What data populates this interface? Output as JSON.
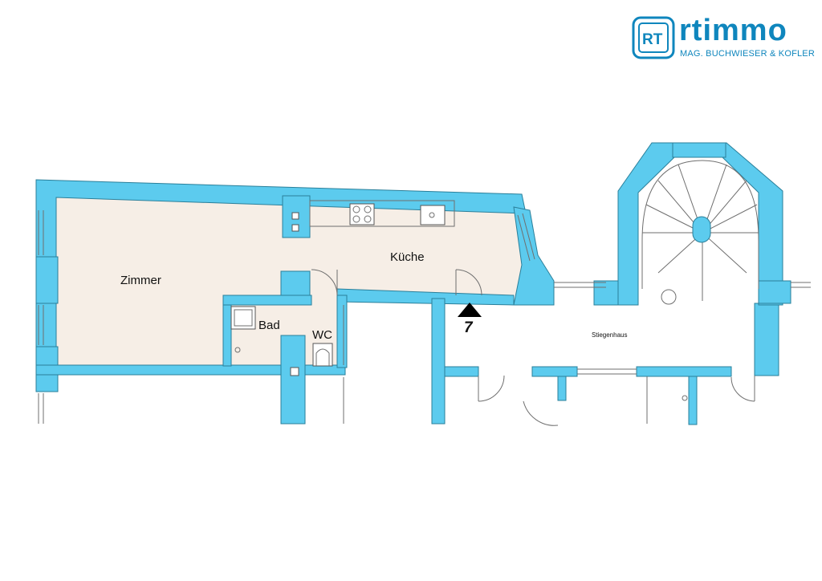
{
  "logo": {
    "monogram": "RT",
    "brand": "rtimmo",
    "tagline": "MAG. BUCHWIESER & KOFLER",
    "color": "#0f86bd"
  },
  "rooms": {
    "zimmer": "Zimmer",
    "kueche": "Küche",
    "bad": "Bad",
    "wc": "WC",
    "stiegenhaus": "Stiegenhaus"
  },
  "entrance": {
    "number": "7"
  },
  "colors": {
    "wall": "#5ccbee",
    "floor": "#f6eee6"
  }
}
